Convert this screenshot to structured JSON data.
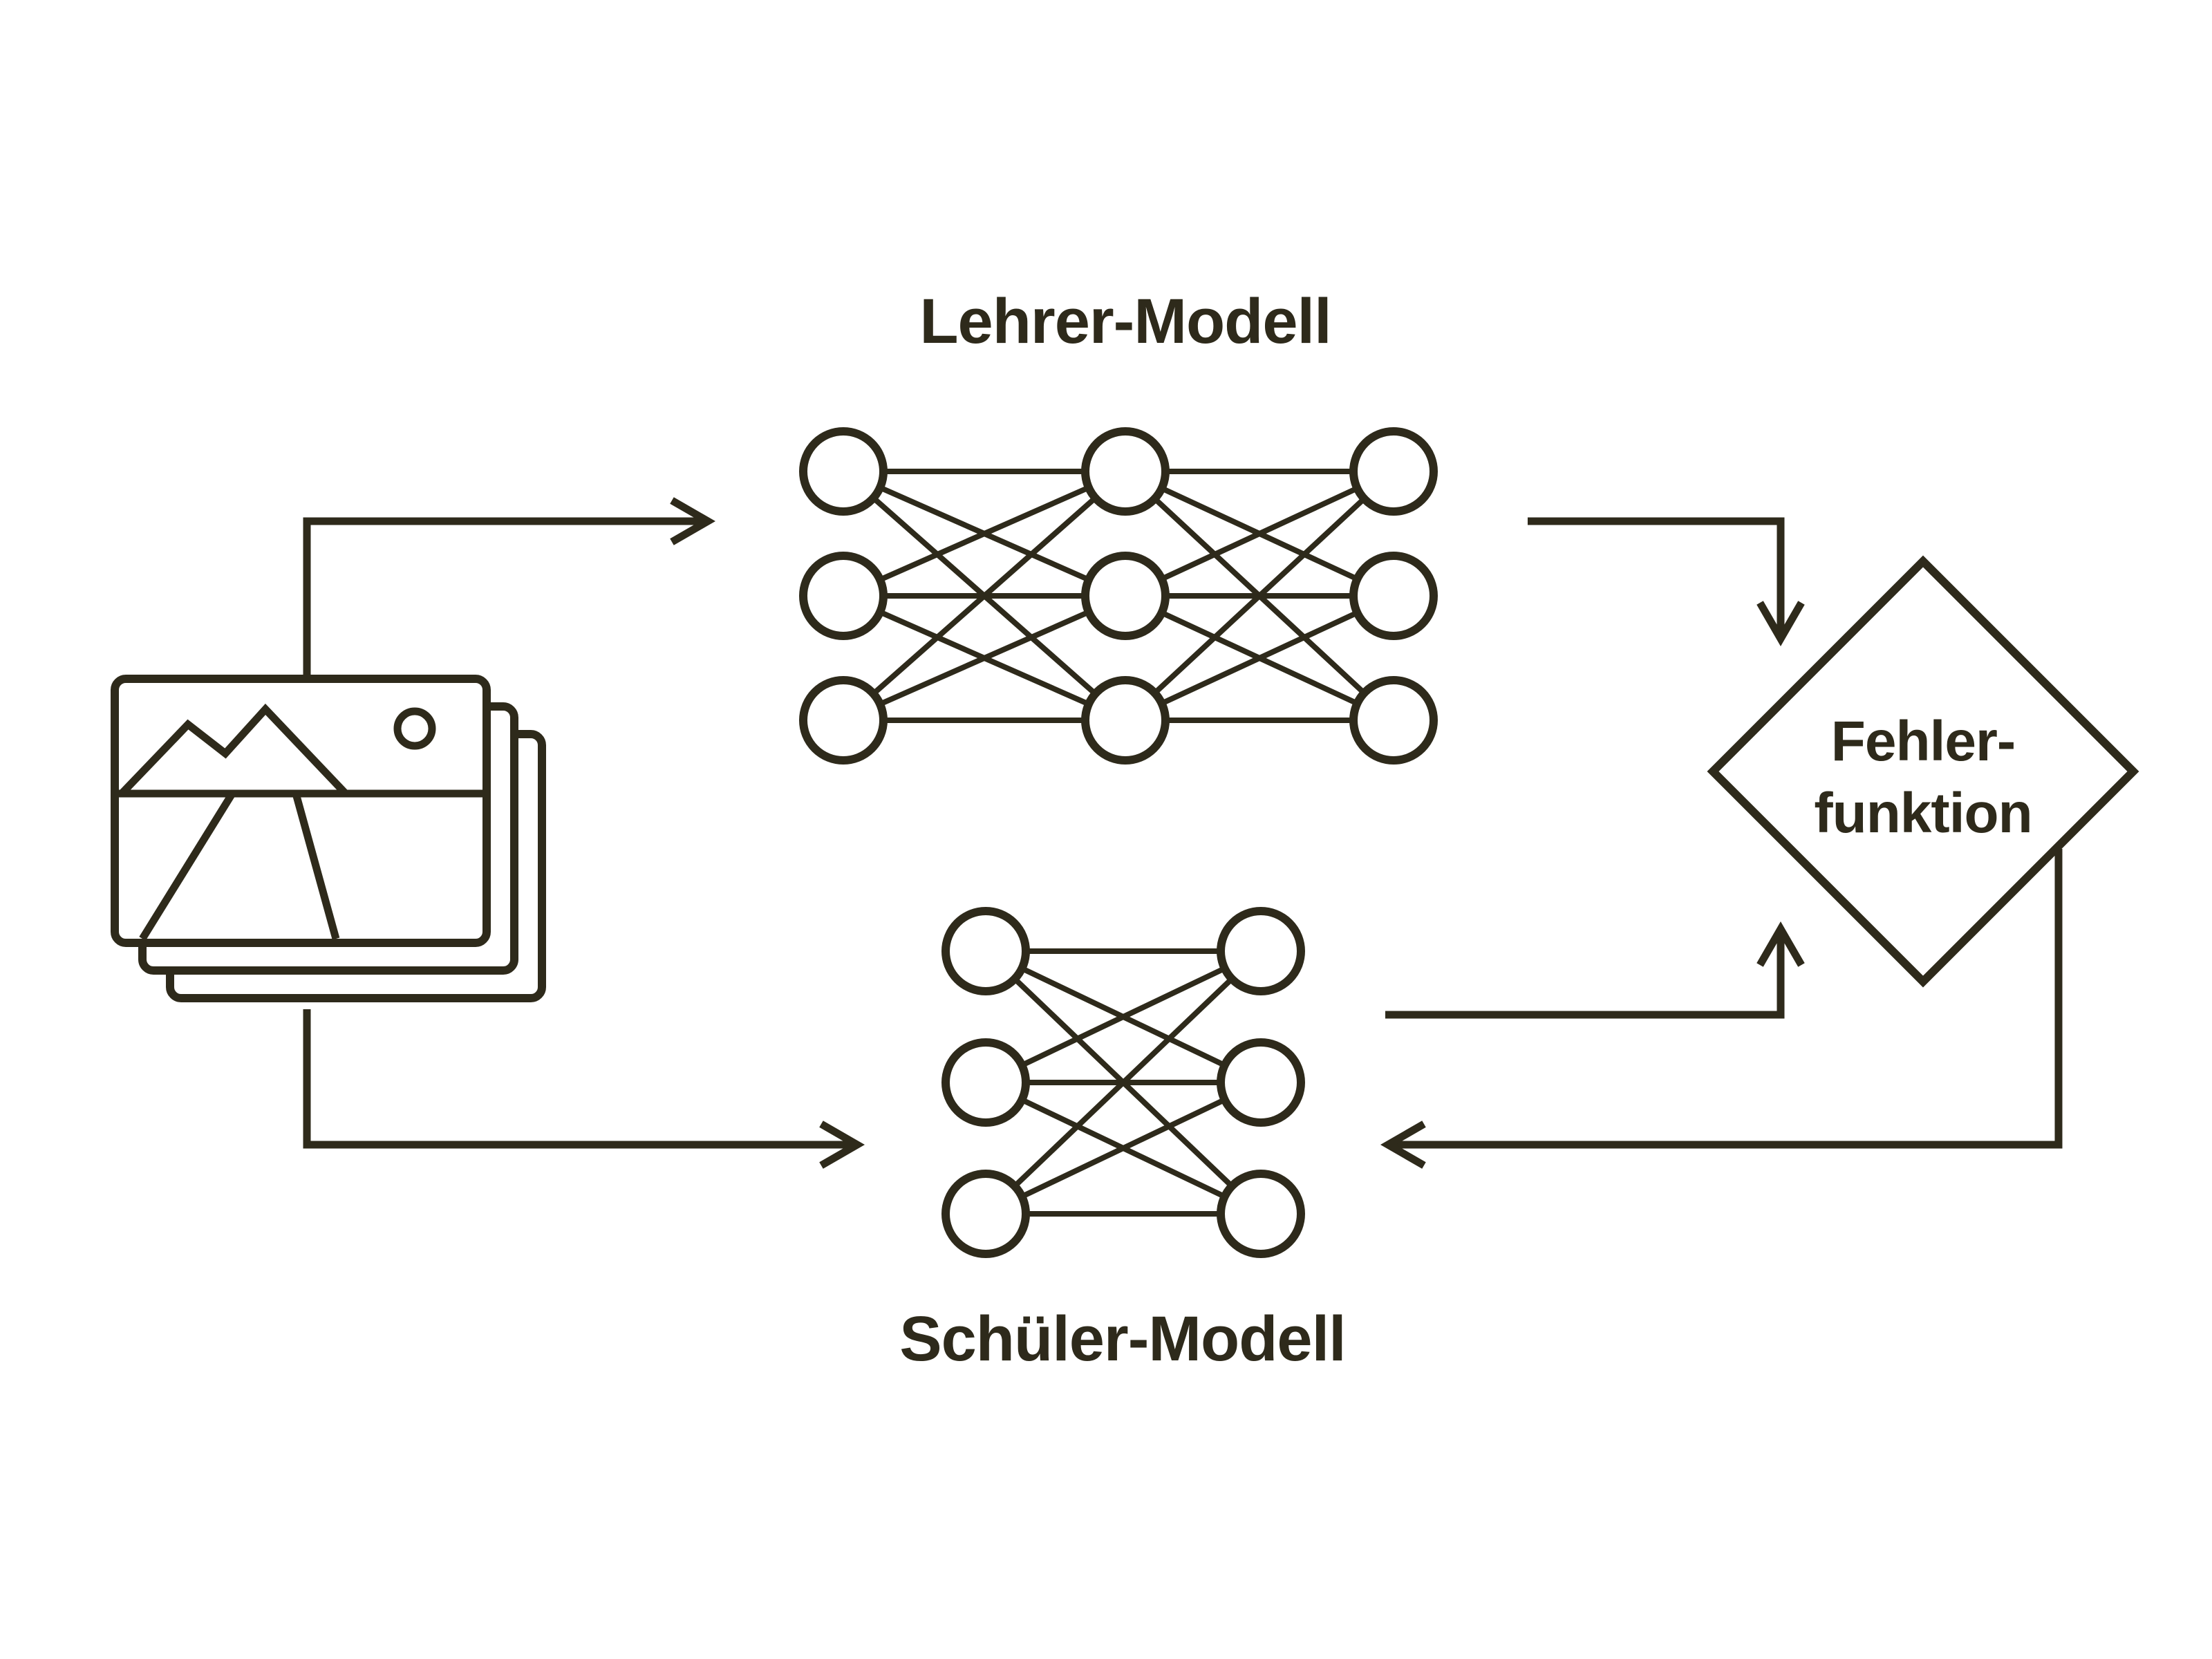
{
  "colors": {
    "background": "#ffffff",
    "line": "#2e2a1b"
  },
  "teacher": {
    "label": "Lehrer-Modell",
    "layers": [
      3,
      3,
      3
    ]
  },
  "student": {
    "label": "Schüler-Modell",
    "layers": [
      3,
      3
    ]
  },
  "error_function": {
    "label_line1": "Fehler-",
    "label_line2": "funktion"
  },
  "flow": {
    "edges": [
      {
        "from": "input-images",
        "to": "teacher-model"
      },
      {
        "from": "input-images",
        "to": "student-model"
      },
      {
        "from": "teacher-model",
        "to": "error-function"
      },
      {
        "from": "student-model",
        "to": "error-function"
      },
      {
        "from": "error-function",
        "to": "student-model"
      }
    ]
  }
}
